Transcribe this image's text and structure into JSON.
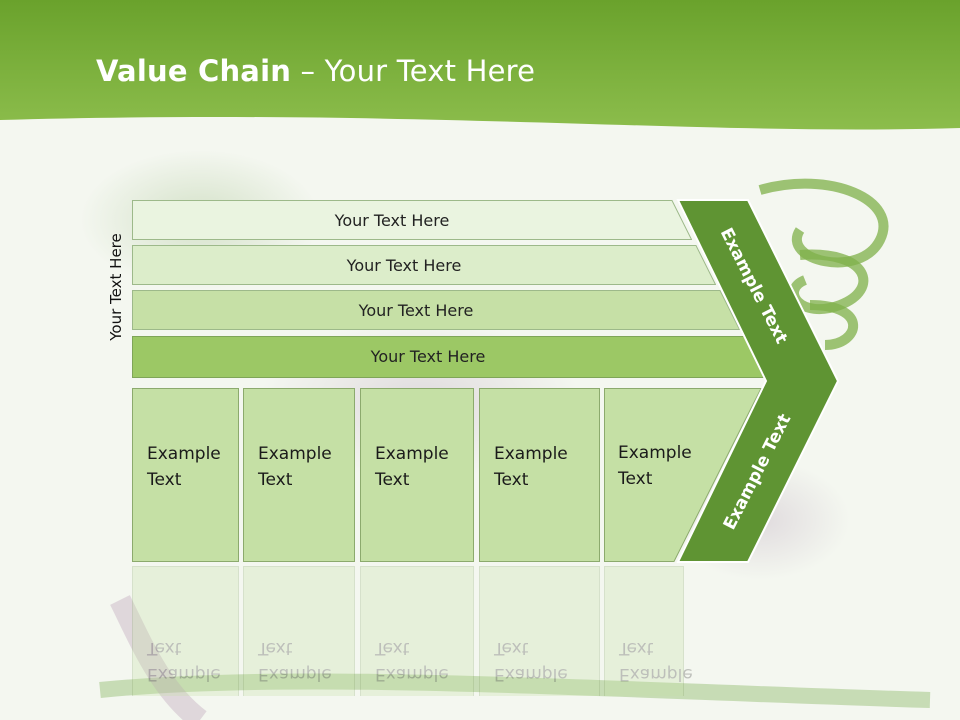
{
  "slide": {
    "title_bold": "Value Chain",
    "title_rest": " – Your Text Here",
    "side_label": "Your Text Here"
  },
  "bars": [
    {
      "label": "Your Text Here",
      "fill": "#eaf4e0"
    },
    {
      "label": "Your Text Here",
      "fill": "#dcedca"
    },
    {
      "label": "Your Text Here",
      "fill": "#c6e0a6"
    },
    {
      "label": "Your Text Here",
      "fill": "#9cc865"
    }
  ],
  "columns": [
    {
      "label": "Example\nText"
    },
    {
      "label": "Example\nText"
    },
    {
      "label": "Example\nText"
    },
    {
      "label": "Example\nText"
    },
    {
      "label": "Example\nText"
    }
  ],
  "chevron": {
    "upper_label": "Example Text",
    "lower_label": "Example Text",
    "fill": "#5f9433"
  },
  "theme": {
    "header_green": "#7fb23e",
    "column_fill": "#c5e0a5",
    "column_border": "#8caa6d"
  }
}
